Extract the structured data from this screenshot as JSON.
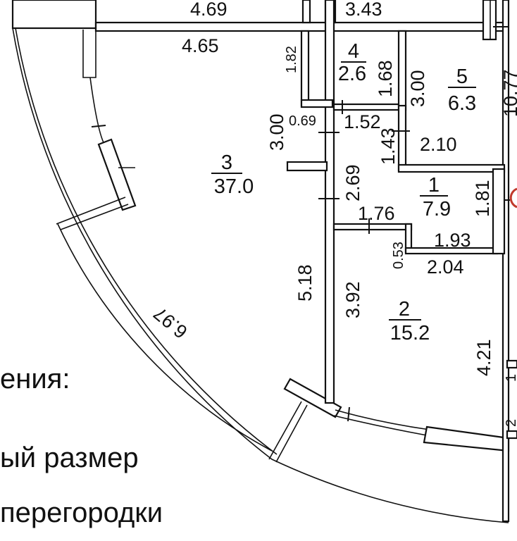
{
  "rooms": [
    {
      "number": "1",
      "area": "7.9"
    },
    {
      "number": "2",
      "area": "15.2"
    },
    {
      "number": "3",
      "area": "37.0"
    },
    {
      "number": "4",
      "area": "2.6"
    },
    {
      "number": "5",
      "area": "6.3"
    }
  ],
  "dimensions": {
    "top_left_upper": "4.69",
    "top_mid_upper": "3.43",
    "top_left_lower": "4.65",
    "wall_182": "1.82",
    "wall_168": "1.68",
    "wall_300_right": "3.00",
    "wall_300_left": "3.00",
    "wall_069": "0.69",
    "wall_152": "1.52",
    "wall_143": "1.43",
    "wall_210": "2.10",
    "wall_269": "2.69",
    "wall_181": "1.81",
    "wall_1077": "10.77",
    "wall_176": "1.76",
    "wall_053": "0.53",
    "wall_193": "1.93",
    "wall_204": "2.04",
    "wall_518": "5.18",
    "wall_392": "3.92",
    "wall_421": "4.21",
    "arc_697": "6.97",
    "edge_1": "1",
    "edge_2": "2"
  },
  "legend": {
    "line1": "ения:",
    "line2": "ый размер",
    "line3": "перегородки"
  }
}
